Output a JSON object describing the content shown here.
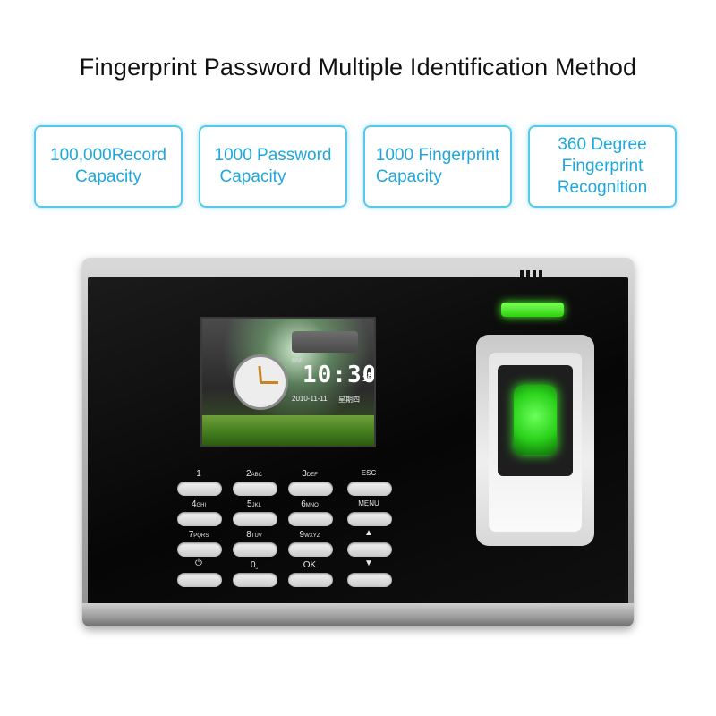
{
  "title": "Fingerprint Password Multiple Identification Method",
  "features": [
    {
      "line1": "100,000Record",
      "line2": "Capacity",
      "line3": ""
    },
    {
      "line1": "1000 Password",
      "line2": "Capacity",
      "line3": ""
    },
    {
      "line1": "1000 Fingerprint",
      "line2": "Capacity",
      "line3": ""
    },
    {
      "line1": "360 Degree",
      "line2": "Fingerprint",
      "line3": "Recognition"
    }
  ],
  "device": {
    "screen": {
      "sub_label": "RM",
      "time": "10:30",
      "seconds": "15",
      "date": "2010-11-11",
      "weekday": "星期四"
    },
    "keys": [
      {
        "label": "1",
        "sub": ""
      },
      {
        "label": "2",
        "sub": "ABC"
      },
      {
        "label": "3",
        "sub": "DEF"
      },
      {
        "label": "ESC",
        "sub": ""
      },
      {
        "label": "4",
        "sub": "GHI"
      },
      {
        "label": "5",
        "sub": "JKL"
      },
      {
        "label": "6",
        "sub": "MNO"
      },
      {
        "label": "MENU",
        "sub": ""
      },
      {
        "label": "7",
        "sub": "PQRS"
      },
      {
        "label": "8",
        "sub": "TUV"
      },
      {
        "label": "9",
        "sub": "WXYZ"
      },
      {
        "label": "▲",
        "sub": ""
      },
      {
        "label": "⏻",
        "sub": ""
      },
      {
        "label": "0",
        "sub": "⎵"
      },
      {
        "label": "OK",
        "sub": ""
      },
      {
        "label": "▼",
        "sub": ""
      }
    ]
  },
  "colors": {
    "feature_text": "#1fa8dc",
    "feature_border": "#56c8ea",
    "led_green": "#4cff25"
  }
}
